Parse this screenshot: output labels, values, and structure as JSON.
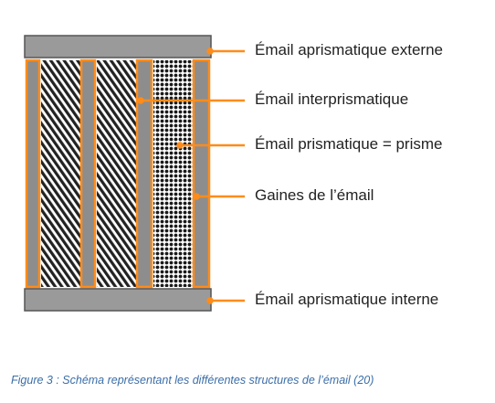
{
  "labels": {
    "outer_enamel": "Émail aprismatique externe",
    "interprismatic": "Émail interprismatique",
    "prismatic": "Émail prismatique = prisme",
    "sheaths": "Gaines de l’émail",
    "inner_enamel": "Émail aprismatique interne"
  },
  "caption": "Figure 3 : Schéma représentant les différentes structures de l’émail (20)",
  "colors": {
    "plate_fill": "#9a9a9a",
    "plate_border": "#555555",
    "sheath_orange": "#ff8c1a",
    "sheath_fill": "#8d8d8d",
    "pointer": "#ff8c1a",
    "caption_color": "#3b6ea8"
  }
}
